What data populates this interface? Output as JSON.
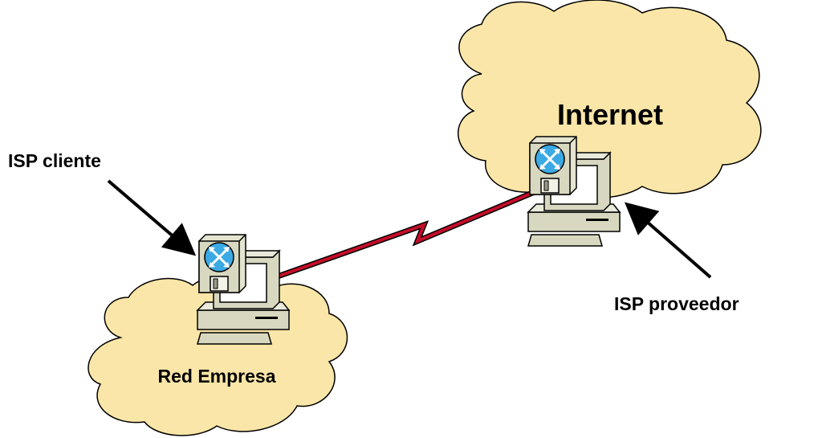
{
  "labels": {
    "internet": "Internet",
    "isp_cliente": "ISP cliente",
    "isp_proveedor": "ISP proveedor",
    "red_empresa": "Red Empresa"
  },
  "colors": {
    "cloud_fill": "#fae6a8",
    "cloud_stroke": "#000000",
    "link_color": "#c40d2a",
    "router_disc": "#3aa9e4",
    "device_beige": "#dcdcc4",
    "screen_white": "#ffffff",
    "arrow_color": "#000000"
  },
  "nodes": [
    {
      "id": "router-empresa",
      "icon": "router-computer-icon",
      "network": "Red Empresa"
    },
    {
      "id": "router-internet",
      "icon": "router-computer-icon",
      "network": "Internet"
    }
  ],
  "links": [
    {
      "from": "router-empresa",
      "to": "router-internet",
      "type": "serial-wan-link"
    }
  ]
}
